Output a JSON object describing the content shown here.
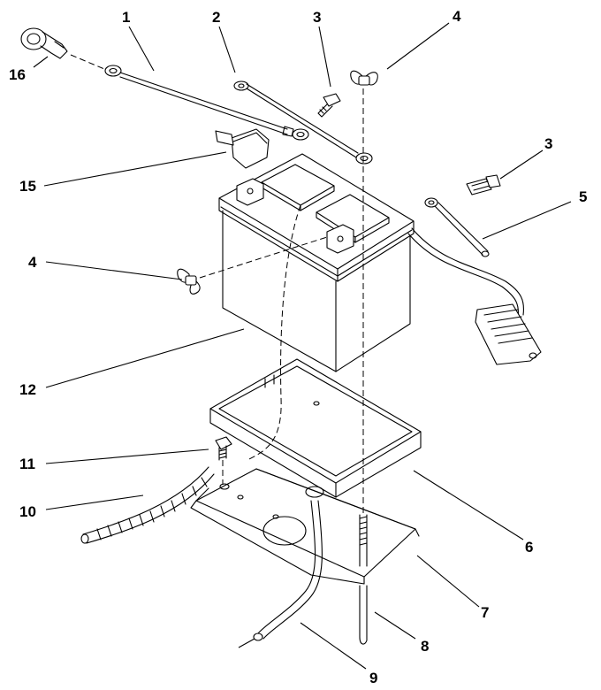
{
  "callouts": {
    "c1": "1",
    "c2": "2",
    "c3a": "3",
    "c3b": "3",
    "c4a": "4",
    "c4b": "4",
    "c5": "5",
    "c6": "6",
    "c7": "7",
    "c8": "8",
    "c9": "9",
    "c10": "10",
    "c11": "11",
    "c12": "12",
    "c15": "15",
    "c16": "16"
  }
}
